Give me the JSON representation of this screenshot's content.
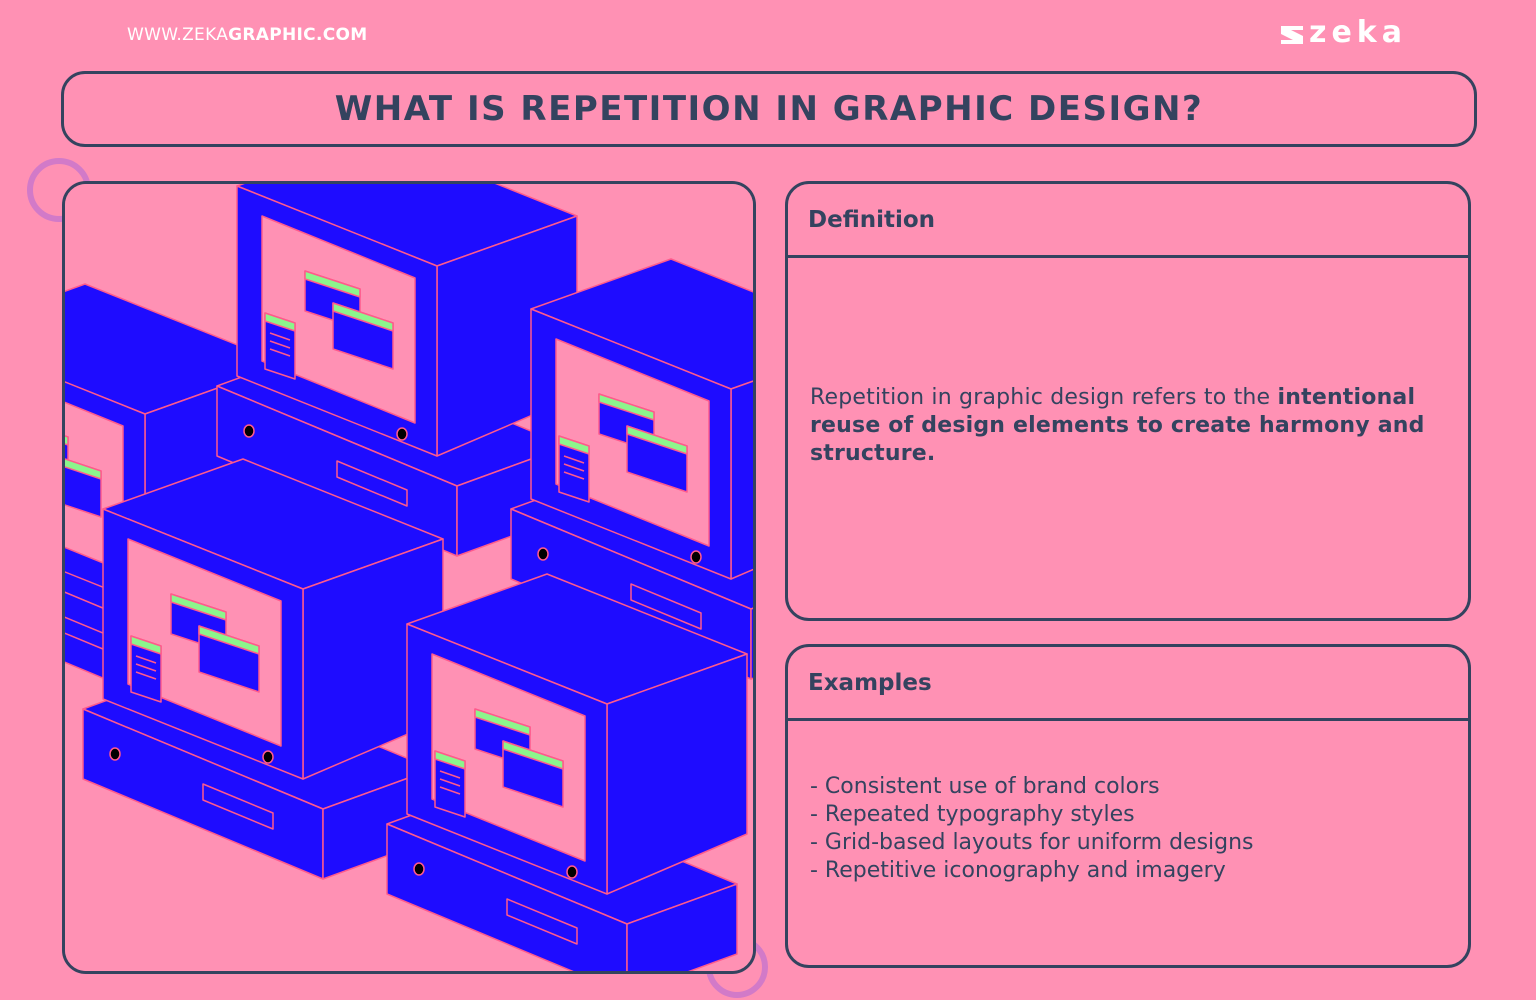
{
  "header": {
    "site_url_prefix": "WWW.ZEKA",
    "site_url_bold": "GRAPHIC.COM",
    "logo_text": "zeka"
  },
  "title": "WHAT IS REPETITION IN GRAPHIC DESIGN?",
  "definition": {
    "heading": "Definition",
    "text_regular": "Repetition in graphic design refers to the ",
    "text_bold": "intentional reuse of design elements to create harmony and structure."
  },
  "examples": {
    "heading": "Examples",
    "items": [
      "- Consistent use of brand colors",
      "- Repeated typography styles",
      "- Grid-based layouts for uniform designs",
      "- Repetitive iconography and imagery"
    ]
  },
  "illustration": {
    "subject": "isometric retro computers",
    "colors": {
      "background": "#ff91b4",
      "computer_body": "#1e0cff",
      "outline": "#ff5a8c",
      "screen": "#ff91b4",
      "window_bar": "#8cf58c",
      "border": "#34435f",
      "deco_circle": "#d27ac8"
    }
  }
}
